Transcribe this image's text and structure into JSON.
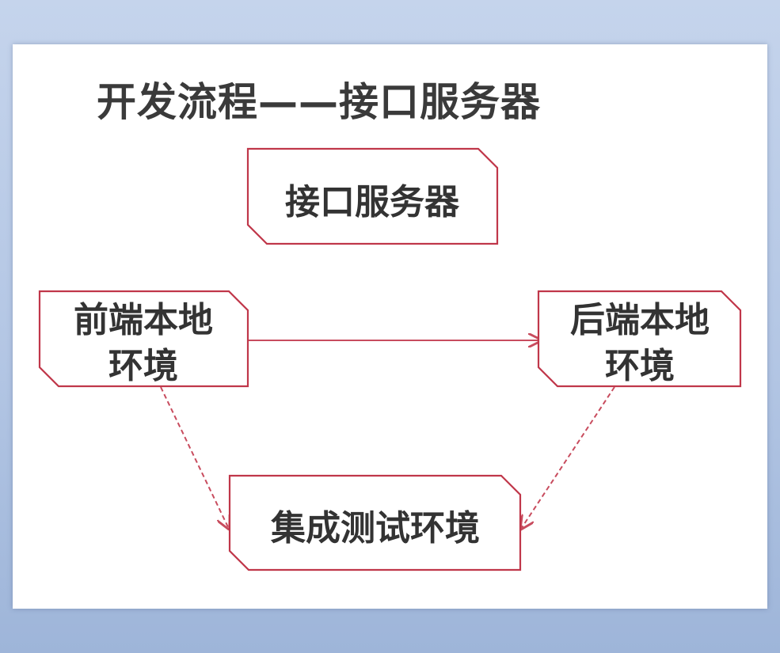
{
  "title": "开发流程——接口服务器",
  "colors": {
    "node_border": "#c0374a",
    "arrow_solid": "#c84c5e",
    "arrow_dashed": "#c84c5e",
    "title_text": "#3a3a3a",
    "node_text": "#333333"
  },
  "nodes": {
    "interface_server": {
      "label": "接口服务器"
    },
    "frontend_local": {
      "line1": "前端本地",
      "line2": "环境"
    },
    "backend_local": {
      "line1": "后端本地",
      "line2": "环境"
    },
    "integration_test": {
      "label": "集成测试环境"
    }
  },
  "edges": [
    {
      "from": "frontend_local",
      "to": "backend_local",
      "style": "solid"
    },
    {
      "from": "frontend_local",
      "to": "integration_test",
      "style": "dashed"
    },
    {
      "from": "backend_local",
      "to": "integration_test",
      "style": "dashed"
    }
  ]
}
